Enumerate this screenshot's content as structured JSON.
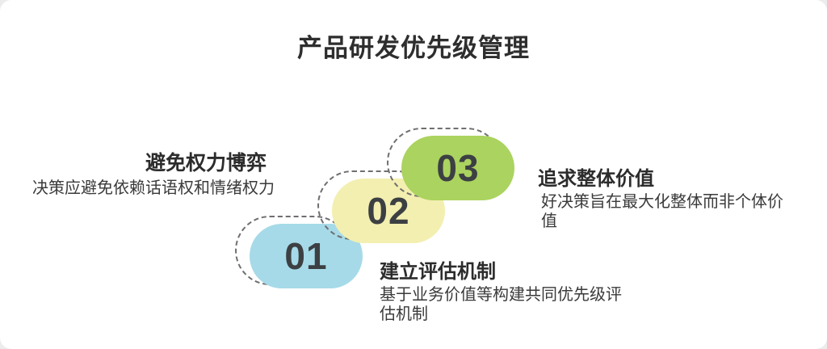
{
  "page": {
    "title": "产品研发优先级管理",
    "background_color": "#ffffff",
    "outer_background": "#ececec"
  },
  "steps": [
    {
      "number": "01",
      "fill_color": "#a6dae8"
    },
    {
      "number": "02",
      "fill_color": "#f3efb0"
    },
    {
      "number": "03",
      "fill_color": "#abd35f"
    }
  ],
  "callouts": {
    "left": {
      "heading": "避免权力博弈",
      "body": "决策应避免依赖话语权和情绪权力"
    },
    "bottom": {
      "heading": "建立评估机制",
      "body": "基于业务价值等构建共同优先级评估机制"
    },
    "right": {
      "heading": "追求整体价值",
      "body": "好决策旨在最大化整体而非个体价值"
    }
  },
  "style": {
    "dashed_border_color": "#6f6f6f",
    "number_color": "#3c4043",
    "heading_color": "#2c2c2c",
    "body_color": "#3a3a3a"
  }
}
